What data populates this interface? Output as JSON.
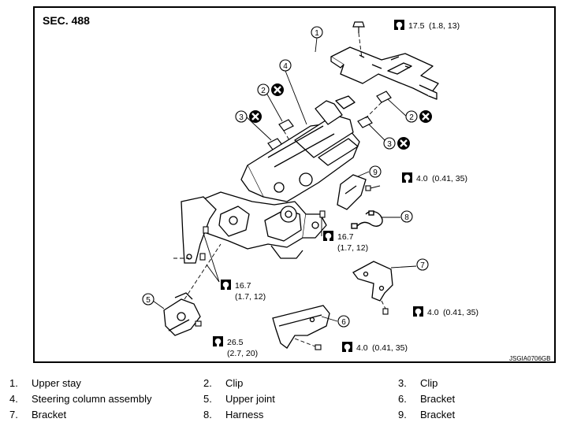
{
  "section": "SEC. 488",
  "code": "JSGIA0706GB",
  "callouts": [
    "1",
    "2",
    "2",
    "3",
    "3",
    "4",
    "5",
    "6",
    "7",
    "8",
    "9"
  ],
  "torques": {
    "t1": {
      "value": "17.5",
      "detail": "(1.8, 13)"
    },
    "t_bracket9": {
      "value": "4.0",
      "detail": "(0.41, 35)"
    },
    "t_center": {
      "value": "16.7",
      "detail": "(1.7, 12)"
    },
    "t_left": {
      "value": "16.7",
      "detail": "(1.7, 12)"
    },
    "t_joint": {
      "value": "26.5",
      "detail": "(2.7, 20)"
    },
    "t_bracket7": {
      "value": "4.0",
      "detail": "(0.41, 35)"
    },
    "t_bracket6": {
      "value": "4.0",
      "detail": "(0.41, 35)"
    }
  },
  "legend": [
    {
      "num": "1.",
      "label": "Upper stay"
    },
    {
      "num": "2.",
      "label": "Clip"
    },
    {
      "num": "3.",
      "label": "Clip"
    },
    {
      "num": "4.",
      "label": "Steering column assembly"
    },
    {
      "num": "5.",
      "label": "Upper joint"
    },
    {
      "num": "6.",
      "label": "Bracket"
    },
    {
      "num": "7.",
      "label": "Bracket"
    },
    {
      "num": "8.",
      "label": "Harness"
    },
    {
      "num": "9.",
      "label": "Bracket"
    }
  ]
}
